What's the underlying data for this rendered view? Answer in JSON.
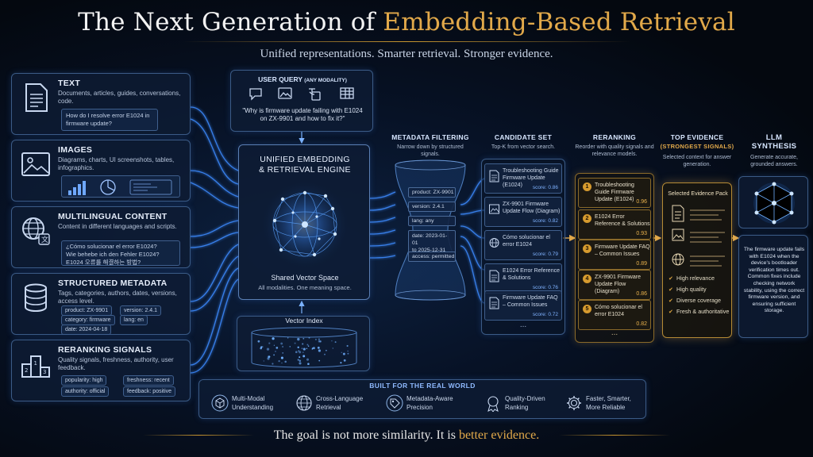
{
  "header": {
    "title_main": "The Next Generation of ",
    "title_highlight": "Embedding-Based Retrieval",
    "subtitle": "Unified representations. Smarter retrieval. Stronger evidence."
  },
  "sources": [
    {
      "title": "TEXT",
      "desc": "Documents, articles, guides, conversations, code.",
      "icon": "document-icon"
    },
    {
      "title": "IMAGES",
      "desc": "Diagrams, charts, UI screenshots, tables, infographics.",
      "icon": "image-icon"
    },
    {
      "title": "MULTILINGUAL CONTENT",
      "desc": "Content in different languages and scripts.",
      "icon": "globe-translate-icon"
    },
    {
      "title": "STRUCTURED METADATA",
      "desc": "Tags, categories, authors, dates, versions, access level.",
      "icon": "database-icon"
    },
    {
      "title": "RERANKING SIGNALS",
      "desc": "Quality signals, freshness, authority, user feedback.",
      "icon": "podium-icon"
    }
  ],
  "text_example": "How do I resolve error E1024 in firmware update?",
  "multilingual_examples": [
    "¿Cómo solucionar el error E1024?",
    "Wie behebe ich den Fehler E1024?",
    "E1024 오류를 해결하는 방법?"
  ],
  "metadata_tags": [
    "product: ZX-9901",
    "version: 2.4.1",
    "category: firmware",
    "lang: en",
    "date: 2024-04-18"
  ],
  "signal_tags": [
    "popularity: high",
    "freshness: recent",
    "authority: official",
    "feedback: positive"
  ],
  "query": {
    "label": "USER QUERY",
    "label_suffix": "(ANY MODALITY)",
    "text": "\"Why is firmware update failing with E1024 on ZX-9901 and how to fix it?\""
  },
  "engine": {
    "title_line1": "UNIFIED EMBEDDING",
    "title_line2": "& RETRIEVAL ENGINE",
    "space_title": "Shared Vector Space",
    "space_sub": "All modalities. One meaning space.",
    "index_label": "Vector Index"
  },
  "metadata_filtering": {
    "title": "METADATA FILTERING",
    "sub": "Narrow down by structured signals.",
    "filters": [
      "product: ZX-9901",
      "version: 2.4.1",
      "lang: any",
      "date: 2023-01-01\nto 2025-12-31",
      "access: permitted"
    ]
  },
  "candidate_set": {
    "title": "CANDIDATE SET",
    "sub": "Top-K from vector search.",
    "items": [
      {
        "text": "Troubleshooting Guide Firmware Update (E1024)",
        "score": "score: 0.86",
        "icon": "document-icon"
      },
      {
        "text": "ZX-9901 Firmware Update Flow (Diagram)",
        "score": "score: 0.82",
        "icon": "image-icon"
      },
      {
        "text": "Cómo solucionar el error E1024",
        "score": "score: 0.79",
        "icon": "globe-icon"
      },
      {
        "text": "E1024 Error Reference & Solutions",
        "score": "score: 0.76",
        "icon": "document-icon"
      },
      {
        "text": "Firmware Update FAQ – Common Issues",
        "score": "score: 0.72",
        "icon": "document-icon"
      }
    ],
    "more": "..."
  },
  "reranking": {
    "title": "RERANKING",
    "sub": "Reorder with quality signals and relevance models.",
    "items": [
      {
        "rank": "1",
        "text": "Troubleshooting Guide Firmware Update (E1024)",
        "score": "0.96"
      },
      {
        "rank": "2",
        "text": "E1024 Error Reference & Solutions",
        "score": "0.93"
      },
      {
        "rank": "3",
        "text": "Firmware Update FAQ – Common Issues",
        "score": "0.89"
      },
      {
        "rank": "4",
        "text": "ZX-9901 Firmware Update Flow (Diagram)",
        "score": "0.86"
      },
      {
        "rank": "5",
        "text": "Cómo solucionar el error E1024",
        "score": "0.82"
      }
    ],
    "more": "..."
  },
  "top_evidence": {
    "title": "TOP EVIDENCE",
    "title2": "(STRONGEST SIGNALS)",
    "sub": "Selected context for answer generation.",
    "pack_title": "Selected Evidence Pack",
    "checks": [
      "High relevance",
      "High quality",
      "Diverse coverage",
      "Fresh & authoritative"
    ]
  },
  "synthesis": {
    "title_line1": "LLM",
    "title_line2": "SYNTHESIS",
    "sub": "Generate accurate, grounded answers.",
    "answer": "The firmware update fails with E1024 when the device's bootloader verification times out. Common fixes include checking network stability, using the correct firmware version, and ensuring sufficient storage."
  },
  "footer": {
    "title": "BUILT FOR THE REAL WORLD",
    "items": [
      {
        "line1": "Multi-Modal",
        "line2": "Understanding",
        "icon": "cube-icon"
      },
      {
        "line1": "Cross-Language",
        "line2": "Retrieval",
        "icon": "globe-icon"
      },
      {
        "line1": "Metadata-Aware",
        "line2": "Precision",
        "icon": "tag-icon"
      },
      {
        "line1": "Quality-Driven",
        "line2": "Ranking",
        "icon": "medal-icon"
      },
      {
        "line1": "Faster, Smarter,",
        "line2": "More Reliable",
        "icon": "gear-icon"
      }
    ]
  },
  "closing": {
    "main": "The goal is not more similarity. It is ",
    "highlight": "better evidence."
  },
  "colors": {
    "accent_gold": "#e2a94a",
    "accent_blue": "#4a9bff",
    "background": "#050a14"
  }
}
